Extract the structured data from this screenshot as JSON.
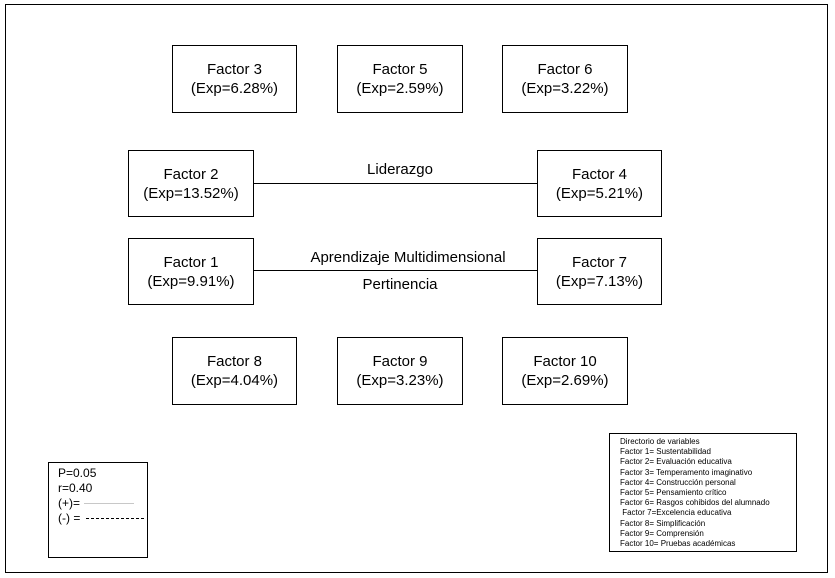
{
  "factors": {
    "f3": {
      "name": "Factor 3",
      "exp": "(Exp=6.28%)"
    },
    "f5": {
      "name": "Factor 5",
      "exp": "(Exp=2.59%)"
    },
    "f6": {
      "name": "Factor 6",
      "exp": "(Exp=3.22%)"
    },
    "f2": {
      "name": "Factor 2",
      "exp": "(Exp=13.52%)"
    },
    "f4": {
      "name": "Factor 4",
      "exp": "(Exp=5.21%)"
    },
    "f1": {
      "name": "Factor 1",
      "exp": "(Exp=9.91%)"
    },
    "f7": {
      "name": "Factor 7",
      "exp": "(Exp=7.13%)"
    },
    "f8": {
      "name": "Factor 8",
      "exp": "(Exp=4.04%)"
    },
    "f9": {
      "name": "Factor 9",
      "exp": "(Exp=3.23%)"
    },
    "f10": {
      "name": "Factor 10",
      "exp": "(Exp=2.69%)"
    }
  },
  "connections": {
    "liderazgo": "Liderazgo",
    "aprendizaje": "Aprendizaje Multidimensional",
    "pertinencia": "Pertinencia"
  },
  "legend": {
    "p": "P=0.05",
    "r": "r=0.40",
    "positive": "(+)=",
    "negative": "(-) ="
  },
  "directory": {
    "title": "Directorio de variables",
    "items": [
      "Factor 1= Sustentabilidad",
      "Factor 2= Evaluación educativa",
      "Factor 3= Temperamento imaginativo",
      "Factor 4= Construcción personal",
      "Factor 5= Pensamiento crítico",
      "Factor 6= Rasgos cohibidos del alumnado",
      " Factor 7=Excelencia educativa",
      "Factor 8= Simplificación",
      "Factor 9= Comprensión",
      "Factor 10= Pruebas académicas"
    ]
  }
}
